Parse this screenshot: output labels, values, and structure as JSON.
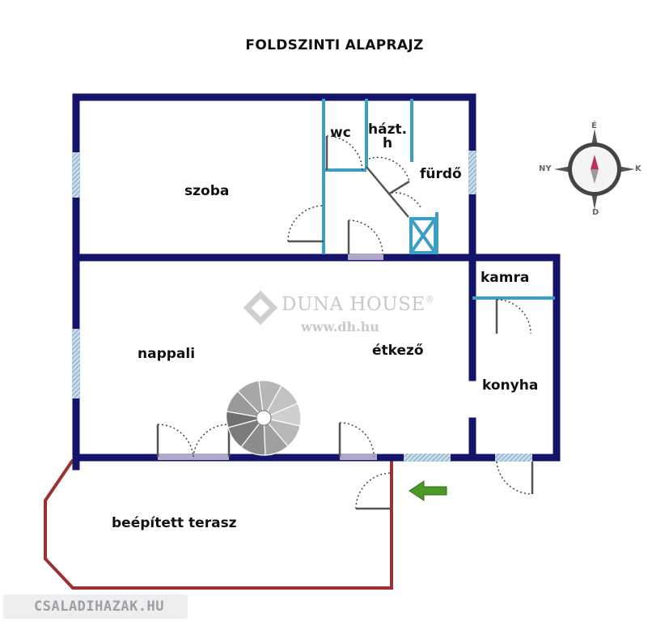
{
  "title": "FOLDSZINTI ALAPRAJZ",
  "rooms": {
    "szoba": "szoba",
    "wc": "wc",
    "haztart_line1": "házt.",
    "haztart_line2": "h",
    "furdo": "fürdő",
    "kamra": "kamra",
    "nappali": "nappali",
    "etkezo": "étkező",
    "konyha": "konyha",
    "terasz": "beépített terasz"
  },
  "compass": {
    "north": "É",
    "east": "K",
    "south": "D",
    "west": "NY"
  },
  "watermark": {
    "name": "DUNA HOUSE",
    "trademark": "®",
    "url": "www.dh.hu"
  },
  "badge": {
    "text": "CSALADIHAZAK.HU"
  },
  "colors": {
    "wall": "#14146a",
    "inner_wall": "#3a9fc4",
    "terrace": "#a03030",
    "arrow": "#4a9a2a",
    "window": "#8fb4cc"
  }
}
